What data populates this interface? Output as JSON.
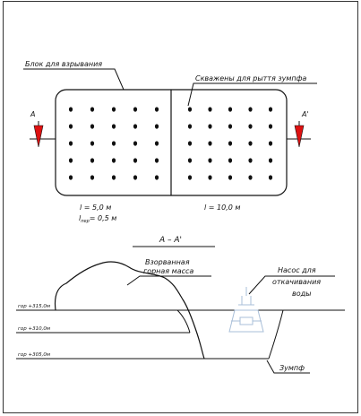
{
  "plan_view": {
    "block_label": "Блок для взрывания",
    "wells_label": "Скважены для рыття зумпфа",
    "section_mark_left": "A",
    "section_mark_right": "A'",
    "dim_left_l": "l = 5,0 м",
    "dim_left_lper_symbol": "l",
    "dim_left_lper_sub": "пер",
    "dim_left_lper_value": "= 0,5 м",
    "dim_right_l": "l = 10,0 м",
    "left_grid": {
      "rows": 5,
      "cols": 5
    },
    "right_grid": {
      "rows": 5,
      "cols": 5
    }
  },
  "section_view": {
    "title": "A – A'",
    "blasted_mass_label_line1": "Взорванная",
    "blasted_mass_label_line2": "горная масса",
    "pump_label_line1": "Насос для",
    "pump_label_line2": "откачивания",
    "pump_label_line3": "воды",
    "level_1": "гор +315,0м",
    "level_2": "гор +310,0м",
    "level_3": "гор +305,0м",
    "sump_label": "Зумпф"
  },
  "colors": {
    "line": "#111111",
    "arrow_red": "#dd1111",
    "pump_light_blue": "#a9bfd8"
  }
}
